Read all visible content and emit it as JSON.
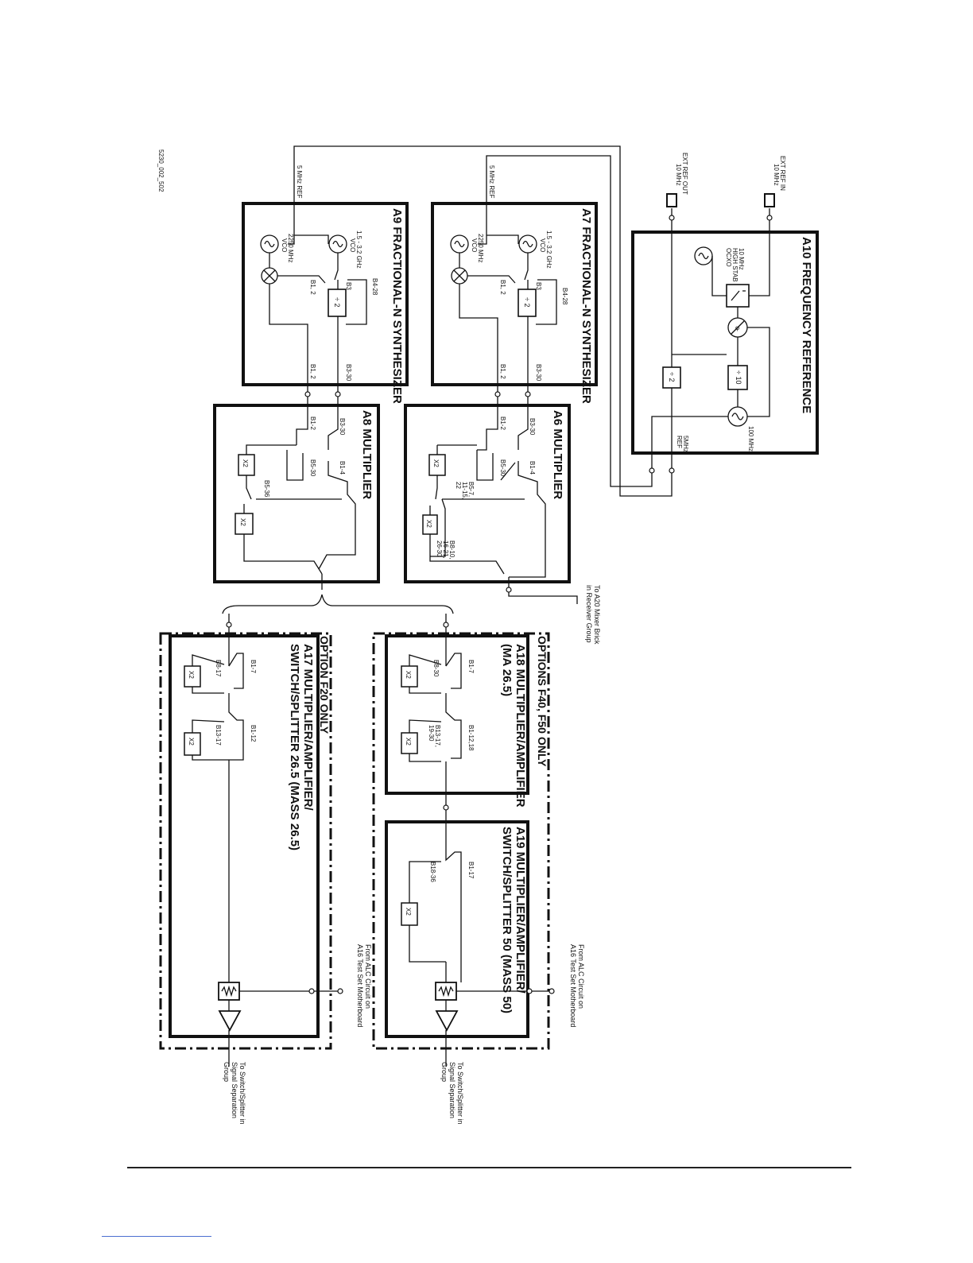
{
  "figure_id": "5230_002_502",
  "blocks": {
    "a10": {
      "title": "A10 FREQUENCY REFERENCE",
      "ocxo": [
        "10 MHz",
        "HIGH STAB",
        "OCXO"
      ],
      "div10": "÷ 10",
      "div2": "÷ 2",
      "vco100": "100 MHz",
      "ref5": [
        "5MHz",
        "REF"
      ]
    },
    "a7": {
      "title": "A7 FRACTIONAL-N SYNTHESIZER",
      "vco_hi": [
        "1.5 - 3.2 GHz",
        "VCO"
      ],
      "vco_lo": [
        "2250 MHz",
        "VCO"
      ],
      "div2": "÷ 2",
      "b4": "B4-28",
      "b3": "B3",
      "b12": "B1, 2",
      "b330": "B3-30",
      "b12out": "B1, 2",
      "ref_in": "5 MHz REF"
    },
    "a9": {
      "title": "A9 FRACTIONAL-N SYNTHESIZER",
      "vco_hi": [
        "1.5 - 3.2 GHz",
        "VCO"
      ],
      "vco_lo": [
        "2250 MHz",
        "VCO"
      ],
      "div2": "÷ 2",
      "b4": "B4-28",
      "b3": "B3",
      "b12": "B1, 2",
      "b330": "B3-30",
      "b12out": "B1, 2",
      "ref_in": "5 MHz REF"
    },
    "a6": {
      "title": "A6 MULTIPLIER",
      "x2a": "X2",
      "x2b": "X2",
      "b12": "B1-2",
      "b330": "B3-30",
      "b14": "B1-4",
      "b530": "B5-30",
      "b57": [
        "B5-7,",
        "11-15,",
        "22"
      ],
      "b810": [
        "B8-10,",
        "16-21,",
        "26-30"
      ]
    },
    "a8": {
      "title": "A8 MULTIPLIER",
      "x2a": "X2",
      "x2b": "X2",
      "b12": "B1-2",
      "b330": "B3-30",
      "b14": "B1-4",
      "b530": "B5-30",
      "b536": "B5-36"
    },
    "a18": {
      "title": [
        "A18 MULTIPLIER/AMPLIFIER",
        "(MA 26.5)"
      ],
      "x2a": "X2",
      "x2b": "X2",
      "b17": "B1-7",
      "b830": "B8-30",
      "b1218": "B1-12,18",
      "b1317": [
        "B13-17,",
        "19-30"
      ]
    },
    "a19": {
      "title": [
        "A19 MULTIPLIER/AMPLIFIER/",
        "SWITCH/SPLITTER 50 (MASS 50)"
      ],
      "x2": "X2",
      "b117": "B1-17",
      "b1836": "B18-36"
    },
    "a17": {
      "title": [
        "A17 MULTIPLIER/AMPLIFIER/",
        "SWITCH/SPLITTER 26.5 (MASS 26.5)"
      ],
      "x2a": "X2",
      "x2b": "X2",
      "b17": "B1-7",
      "b817": "B8-17",
      "b112": "B1-12",
      "b1317": "B13-17"
    }
  },
  "options": {
    "f40f50": "OPTIONS F40, F50 ONLY",
    "f20": "OPTION F20 ONLY"
  },
  "connectors": {
    "ext_ref_in": [
      "EXT REF IN",
      "10 MHz"
    ],
    "ext_ref_out": [
      "EXT REF OUT",
      "10 MHz"
    ],
    "to_a20": [
      "To A20 Mixer Brick",
      "in Receiver Group"
    ],
    "from_alc_upper": [
      "From ALC Circuit on",
      "A16 Test Set Motherboard"
    ],
    "from_alc_lower": [
      "From ALC Circuit on",
      "A16 Test Set Motherboard"
    ],
    "to_switch_upper": [
      "To Switch/Splitter in",
      "Signal Separation",
      "Group"
    ],
    "to_switch_lower": [
      "To Switch/Splitter in",
      "Signal Separation",
      "Group"
    ]
  }
}
